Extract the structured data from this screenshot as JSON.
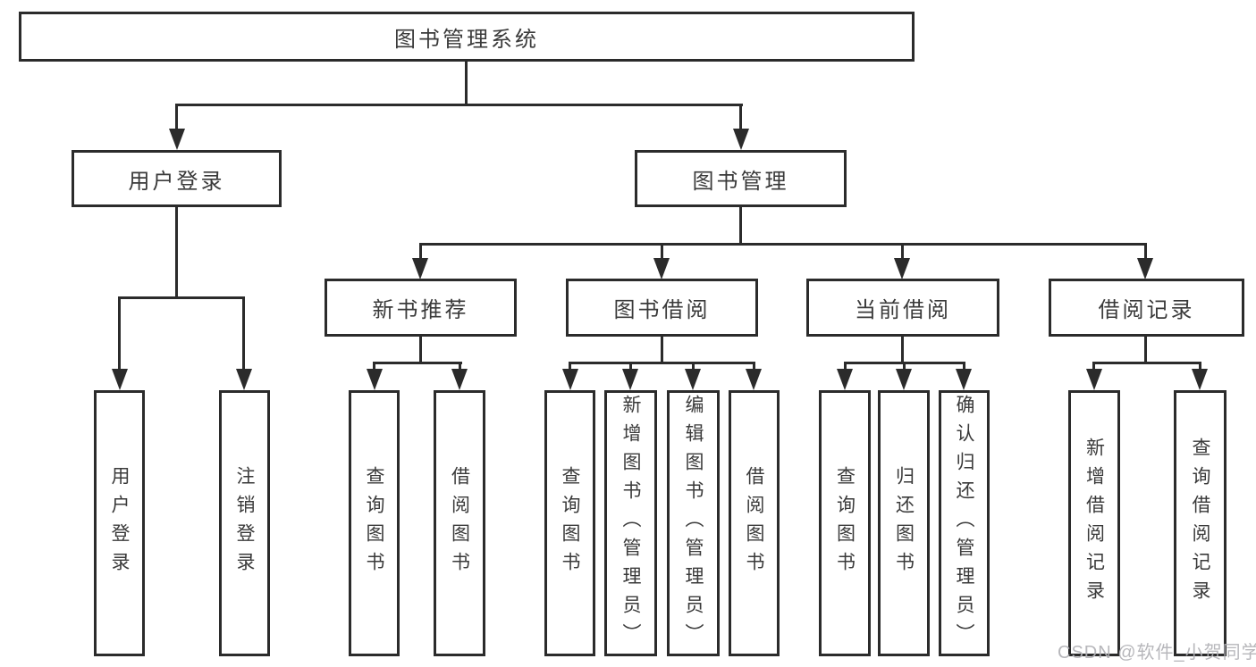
{
  "diagram_type": "functional-structure-tree",
  "root": {
    "label": "图书管理系统"
  },
  "login": {
    "label": "用户登录",
    "children": [
      {
        "label": "用户登录"
      },
      {
        "label": "注销登录"
      }
    ]
  },
  "manage": {
    "label": "图书管理",
    "groups": [
      {
        "label": "新书推荐",
        "children": [
          {
            "label": "查询图书"
          },
          {
            "label": "借阅图书"
          }
        ]
      },
      {
        "label": "图书借阅",
        "children": [
          {
            "label": "查询图书"
          },
          {
            "label": "新增图书（管理员）"
          },
          {
            "label": "编辑图书（管理员）"
          },
          {
            "label": "借阅图书"
          }
        ]
      },
      {
        "label": "当前借阅",
        "children": [
          {
            "label": "查询图书"
          },
          {
            "label": "归还图书"
          },
          {
            "label": "确认归还（管理员）"
          }
        ]
      },
      {
        "label": "借阅记录",
        "children": [
          {
            "label": "新增借阅记录"
          },
          {
            "label": "查询借阅记录"
          }
        ]
      }
    ]
  },
  "watermark": {
    "text": "CSDN @软件_小贺同学"
  },
  "colors": {
    "line": "#2b2b2b",
    "text": "#3a3a3a",
    "background": "#ffffff",
    "watermark": "#b1b1b6"
  }
}
